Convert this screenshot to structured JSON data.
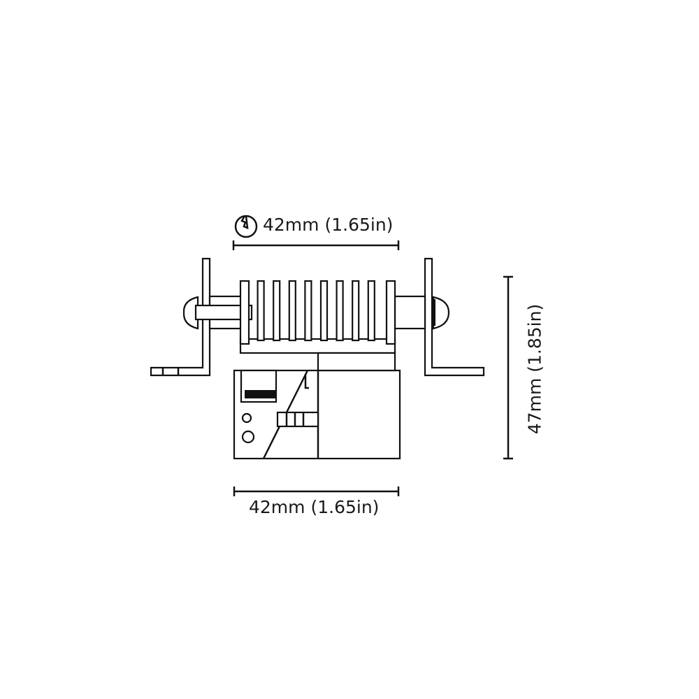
{
  "dimensions": {
    "cutout_diameter": "42mm (1.65in)",
    "width": "42mm (1.65in)",
    "height": "47mm (1.85in)"
  },
  "icons": {
    "cutout": "circle-cutout-icon"
  },
  "colors": {
    "line": "#111111",
    "background": "#ffffff"
  }
}
